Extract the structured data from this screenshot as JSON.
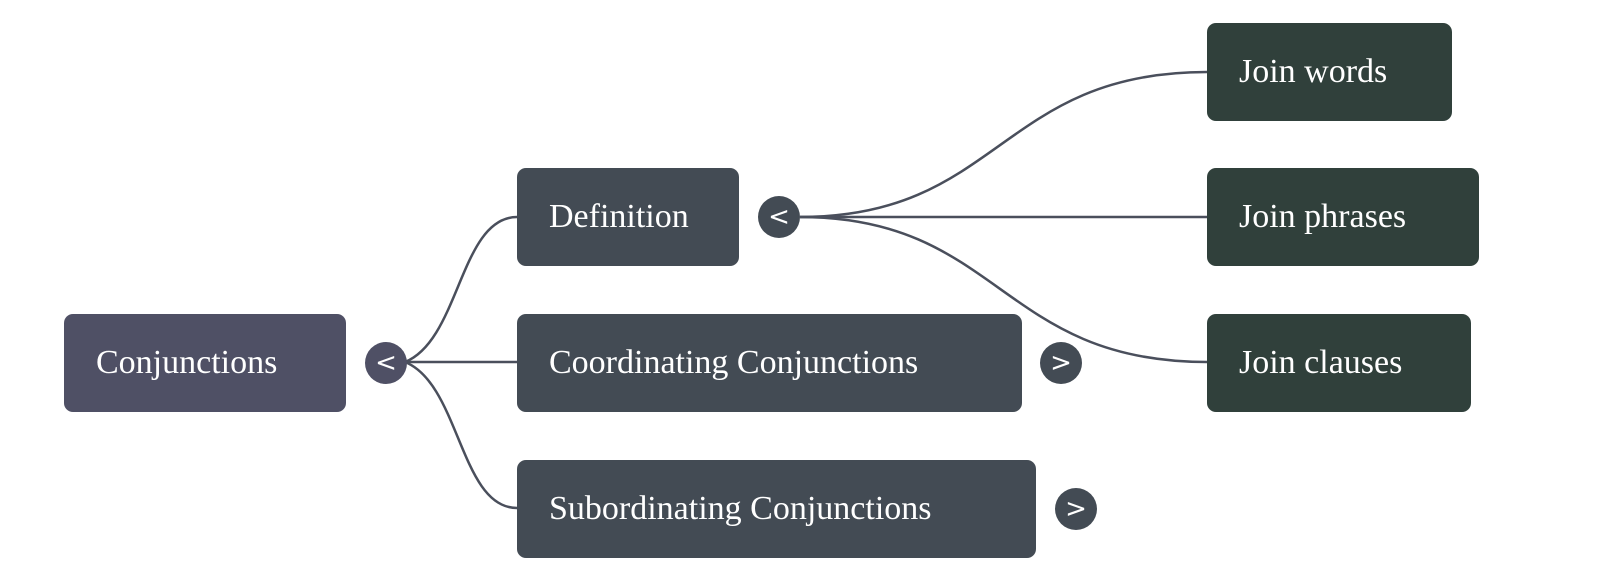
{
  "mindmap": {
    "root": {
      "label": "Conjunctions",
      "toggle_glyph": "<",
      "toggle_state": "expanded",
      "color": "#4f5065"
    },
    "branches": [
      {
        "label": "Definition",
        "toggle_glyph": "<",
        "toggle_state": "expanded",
        "color": "#434b54",
        "children": [
          {
            "label": "Join words",
            "color": "#30403b"
          },
          {
            "label": "Join phrases",
            "color": "#30403b"
          },
          {
            "label": "Join clauses",
            "color": "#30403b"
          }
        ]
      },
      {
        "label": "Coordinating Conjunctions",
        "toggle_glyph": ">",
        "toggle_state": "collapsed",
        "color": "#434b54"
      },
      {
        "label": "Subordinating Conjunctions",
        "toggle_glyph": ">",
        "toggle_state": "collapsed",
        "color": "#434b54"
      }
    ],
    "link_color": "#4a4f5c"
  }
}
